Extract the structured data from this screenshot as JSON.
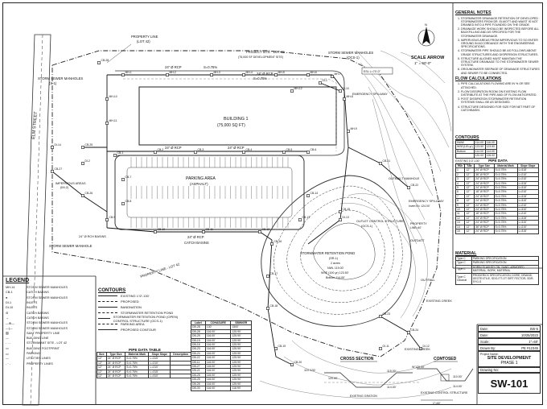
{
  "plan": {
    "building_name": "BUILDING 1",
    "building_area": "(75,000 SQ FT)",
    "parking_name": "PARKING AREA",
    "parking_surface": "(ASPHALT)",
    "road_name": "ELM STREET",
    "property_line": "PROPERTY LINE",
    "property_line_lot": "(LOT 42)",
    "project_site": "PROJECT SITE - LOT 42",
    "project_site_note": "(75,000 SF DEVELOPMENT SITE)",
    "property_line_lot42": "PROPERTY LINE - LOT 42",
    "storm_manholes_top": "STORM SEWER MANHOLES",
    "ocs": "(OCS-1)",
    "storm_manholes_left": "STORM SEWER MANHOLES",
    "storm_manholes_left_id": "(S-1)",
    "storm_manhole_bottom": "STORM SEWER MANHOLE",
    "catch_basins": "CATCH BASINS",
    "rcp_24_a": "24\" Ø RCP",
    "rcp_24_b": "24\" Ø RCP",
    "rcp_24_c": "24\" Ø RCP",
    "rcp_24_d": "24\" Ø RCP",
    "rcp_24_e": "24\" Ø RCP",
    "slope_a": "S=0.75%",
    "slope_b": "S=0.75%",
    "impervious": "IMPERVIOUS AREAS",
    "impervious_id": "(IM-2)",
    "basin_label": "24\" Ø RCH BASINS",
    "spillway": "EMERGENCY SPILLWAY",
    "outfall_spillway": "EMERGENCY SPILLWAY",
    "spillway_elev": "Invert El= 124.00'",
    "outlet_struct": "OUTLET CONTROL STRUCTURE",
    "outlet_struct_id": "(OCS-1)",
    "pond_name": "STORMWATER RETENTION POND",
    "pond_id": "(SR-1)",
    "pond_depth": "2 acres",
    "pond_nwl": "NWL 119.00'",
    "pond_wse": "WSE (100-yr) 123.50'",
    "pond_bottom": "Bottom 114.00'",
    "outbuilt": "OUTBUILT MANHOLE",
    "outfall": "OUTFALL",
    "existing_creek": "EXISTING CREEK",
    "existing_creek_2": "EXISTING CREEK",
    "property_label": "PROPERTY",
    "property_label_2": "LINE=40'",
    "outdatt": "OUTDATT",
    "elev_box": "ESL L=70'-0\"",
    "scale_arrow": "SCALE ARROW",
    "scale_value": "1\" = 60'-0\""
  },
  "struct_labels": [
    "MH-1",
    "MH-2",
    "MH-3",
    "MH-4",
    "MH-5",
    "MH-6",
    "MH-7",
    "MH-8",
    "MH-9",
    "MH-10",
    "MH-11",
    "MH-12",
    "CB-1",
    "CB-2",
    "CB-3",
    "CB-4",
    "CB-5",
    "CB-6",
    "CB-7",
    "CB-8",
    "CB-9",
    "CB-10",
    "CB-11",
    "CB-12",
    "CB-13",
    "CB-14",
    "CB-15",
    "CB-16",
    "CB-17",
    "CB-18",
    "CB-19",
    "CB-20",
    "CB-21",
    "CB-22",
    "CB-23",
    "CB-24",
    "CB-25",
    "CB-26",
    "CB-27",
    "CB-28",
    "DI-1",
    "DI-2",
    "DI-10",
    "OI-11",
    "DI-12",
    "DI-13",
    "DI-14"
  ],
  "notes": {
    "title": "GENERAL NOTES",
    "items": [
      "STORMWATER DRAINAGE RETENTION OF DEVELOPED STORMWATERS FROM DR. ELMOTT AND WAIST IS NOT DRAINED INTO A PIPE FOUNDED ON THE GRADE.",
      "DRAINAGE WORK SHOULD BE INSPECTED BEFORE ALL BACKFILLING AND AS SPECIFIED FOR THE STORMWATER DRAINAGE.",
      "IMPERVIOUS AREAS FROM IMPERVIOUS TO SO ENTER GROUND IN ACCORDANCE WITH THE ENGINEERING SPECIFICATIONS.",
      "STORMWATER PIPE SHOULD BE AS FOLLOWS ABOVE GRADE STRUCTURES AND DISPERSION STRUCTURES.",
      "STRUCTURE ALIGNED MUST MAINTAIN THE STRUCTURE DRAINAGE TO THE STORMWATER SEWER SYSTEM.",
      "GROUNDWATER SEEPAGE OF DRAINAGE STRUCTURES AND SEWER TO BE CONNECTED."
    ],
    "flow_title": "FLOW CALCULATIONS",
    "flow_items": [
      "PIPE CALCULATIONS FLOWING ARE IN % OR SEE ATTACHED.",
      "FLOW DISSIPATION ROOM ON EXISTING FLOW DISTRIBUTE AT THE PIPE AND OF FLOW ANTICIPATED.",
      "POST DISSIPATION STORMWATER RETENTION SYSTEMS SHALL BE AS DESIGNED.",
      "STRUCTURE DESIGNED FOR SIZE FOR NET PART OF CATCHBASIN."
    ]
  },
  "contours_table": {
    "title": "CONTOURS",
    "rows": [
      [
        "NWW",
        "114.00'",
        "116.00'"
      ],
      [
        "WSE(100-yr)",
        "123.50'",
        "123.50'"
      ],
      [
        "Bottom",
        "114.00'",
        "114.00'"
      ],
      [
        "",
        "120.00'",
        "126.00'"
      ]
    ],
    "legend_existing": "EXISTING 1'/2'-130'",
    "legend_proposed": "PROPOSED"
  },
  "pipe_data": {
    "title": "PIPE DATA",
    "headers": [
      "Run",
      "Size",
      "Type Size",
      "Material Mark",
      "Slope Slope"
    ],
    "rows": [
      [
        "1",
        "12\"",
        "24\" Ø RCP",
        "S=0.75%",
        "L=315'"
      ],
      [
        "2",
        "12\"",
        "36\" Ø RCP",
        "S=0.75%",
        "L=210'"
      ],
      [
        "3",
        "12\"",
        "24\" Ø RCP",
        "S=0.75%",
        "L=210'"
      ],
      [
        "4",
        "12\"",
        "24\" Ø RCP",
        "S=0.75%",
        "L=315'"
      ],
      [
        "5",
        "12\"",
        "24\" Ø RCP",
        "S=0.75%",
        "L=310'"
      ],
      [
        "6",
        "12\"",
        "18\" Ø RCP",
        "S=0.75%",
        "L=210'"
      ],
      [
        "7",
        "12\"",
        "24\" Ø RCP",
        "S=0.75%",
        "L=315'"
      ],
      [
        "8",
        "12\"",
        "24\" Ø RCP",
        "S=0.75%",
        "L=310'"
      ],
      [
        "9",
        "12\"",
        "24\" Ø RCP",
        "S=0.75%",
        "L=210'"
      ],
      [
        "10",
        "12\"",
        "24\" Ø RCP",
        "S=0.75%",
        "L=310'"
      ],
      [
        "11",
        "12\"",
        "18\" Ø RCP",
        "S=0.75%",
        "L=210'"
      ],
      [
        "12",
        "12\"",
        "24\" Ø RCP",
        "S=0.75%",
        "L=315'"
      ],
      [
        "13",
        "12\"",
        "24\" Ø RCP",
        "S=0.75%",
        "L=310'"
      ],
      [
        "14",
        "12\"",
        "36\" Ø RCP",
        "S=0.75%",
        "L=210'"
      ],
      [
        "15",
        "12\"",
        "24\" Ø RCP",
        "S=0.75%",
        "L=315'"
      ]
    ]
  },
  "material": {
    "title": "MATERIAL",
    "rows": [
      [
        "Type C",
        "PARKING SPECIFICATION"
      ],
      [
        "Type C",
        "PARKING SPECIFICATION"
      ],
      [
        "Type C",
        "DORIN SLAKHDY ON, SAND, ARMORED MATERIAL, BORK, MATERIAL"
      ],
      [
        "Type C Geomat",
        "PRODERICK SPECIFICATION, DORE, DRAINS, GEOTEXTILE, SDO-ITT-OT SIRT FECTOR, SDR-SYG-S"
      ]
    ]
  },
  "legend": {
    "title": "LEGEND",
    "items": [
      {
        "sym": "MH-14",
        "label": "STORM SEWER MANHOLES"
      },
      {
        "sym": "CB-1",
        "label": "CATCH BASINS"
      },
      {
        "sym": "●",
        "label": "STORM SEWER MANHOLES"
      },
      {
        "sym": "DI-1",
        "label": "INLETS"
      },
      {
        "sym": "DI-10",
        "label": "INLETS"
      },
      {
        "sym": "⊘",
        "label": "CATCH BASINS"
      },
      {
        "sym": "→",
        "label": "CATCH BASINS"
      },
      {
        "sym": "—⊕—",
        "label": "STORM SEWER MANHOLES"
      },
      {
        "sym": "—|—",
        "label": "STORM SEWER MANHOLES"
      },
      {
        "sym": "▨",
        "label": "S&KT PROPERTY LINE"
      },
      {
        "sym": "—",
        "label": "BUILDING LINE"
      },
      {
        "sym": "- - -",
        "label": "STORMWANT SITE - LOT 42"
      },
      {
        "sym": "▭",
        "label": "BUILDING FOOTPRINT"
      },
      {
        "sym": "▭",
        "label": "PARKING"
      },
      {
        "sym": "—",
        "label": "UTILITIES LINES"
      },
      {
        "sym": "- · -",
        "label": "PROPERTY LINES"
      }
    ]
  },
  "contour_legend": {
    "title": "CONTOURS",
    "items": [
      "EXISTING 1'/2'-130'",
      "PROPOSED",
      "BANDNATION",
      "STORMWATER RETENTION POND",
      "STORMWATER RETENTION POND (OPEN) CONTROL STRUCTURE (OCS-1)",
      "PARKING AREA",
      "PROPOSED CONTOUR"
    ]
  },
  "pipe_small": {
    "title": "PIPE DATA TABLE",
    "headers": [
      "Size",
      "Type Size",
      "Material Mark",
      "Slope Slope",
      "Description"
    ],
    "rows": [
      [
        "12\"",
        "24\" Ø RCP",
        "S=0.75%",
        "L=315'",
        ""
      ],
      [
        "12\"",
        "24\" Ø RCP",
        "S=0.75%",
        "L=210'",
        ""
      ],
      [
        "12\"",
        "24\" Ø RCP",
        "S=0.75%",
        "L=210'",
        ""
      ],
      [
        "12\"",
        "24\" Ø RCP",
        "S=0.75%",
        "L=315'",
        ""
      ],
      [
        "12\"",
        "24\" Ø RCP",
        "S=0.75%",
        "L=310'",
        ""
      ]
    ]
  },
  "struct_table": {
    "headers": [
      "Label",
      "COHASURE",
      "SBWKER"
    ],
    "rows": [
      [
        "DB-28",
        "130'",
        "1500'"
      ],
      [
        "DB-28",
        "116.00'",
        "125.90'"
      ],
      [
        "DB-25",
        "116.00'",
        "125.90'"
      ],
      [
        "DB-15",
        "116.00'",
        "125.90'"
      ],
      [
        "DB-16",
        "116.00'",
        "125.90'"
      ],
      [
        "DB-23",
        "116.00'",
        "125.90'"
      ],
      [
        "DB-24",
        "116.00'",
        "125.90'"
      ],
      [
        "DB-22",
        "116.00'",
        "125.90'"
      ],
      [
        "DB-11",
        "116.00'",
        "125.90'"
      ],
      [
        "DB-27",
        "116.00'",
        "125.90'"
      ],
      [
        "DB-21",
        "116.00'",
        "125.90'"
      ],
      [
        "DB-25",
        "116.00'",
        "125.90'"
      ],
      [
        "DB-25",
        "116.00'",
        "125.90'"
      ],
      [
        "DB-26",
        "116.00'",
        "125.90'"
      ],
      [
        "DB-33",
        "116.00'",
        "118.90'"
      ]
    ]
  },
  "cross_section": {
    "title": "CROSS SECTION",
    "elev_left": "110'-130'",
    "elev_a": "120.00'",
    "elev_b": "115.00'",
    "elev_c": "114.00'",
    "existing": "EXISTING GRATION"
  },
  "contosed": {
    "title": "CONTOSED",
    "elev_a": "W'120.00'",
    "elev_b": "110.00'",
    "elev_c": "114.00'",
    "label": "EXISTING CONTROL STRUCTURE",
    "scale": "1\"=60'"
  },
  "titleblock": {
    "date_label": "Date:",
    "date_value": "SW-5",
    "date2_label": "Date:",
    "date2_value": "10/25/2023",
    "scale_label": "Scale:",
    "scale_value": "1\"=60'",
    "drawn_label": "Drawn By:",
    "drawn_value": "PE #12345",
    "project_label": "Project Name:",
    "project_name": "SITE DEVELOPMENT",
    "project_phase": "PHASE 1",
    "drawing_label": "Drawing No:",
    "drawing_no": "SW-101"
  }
}
